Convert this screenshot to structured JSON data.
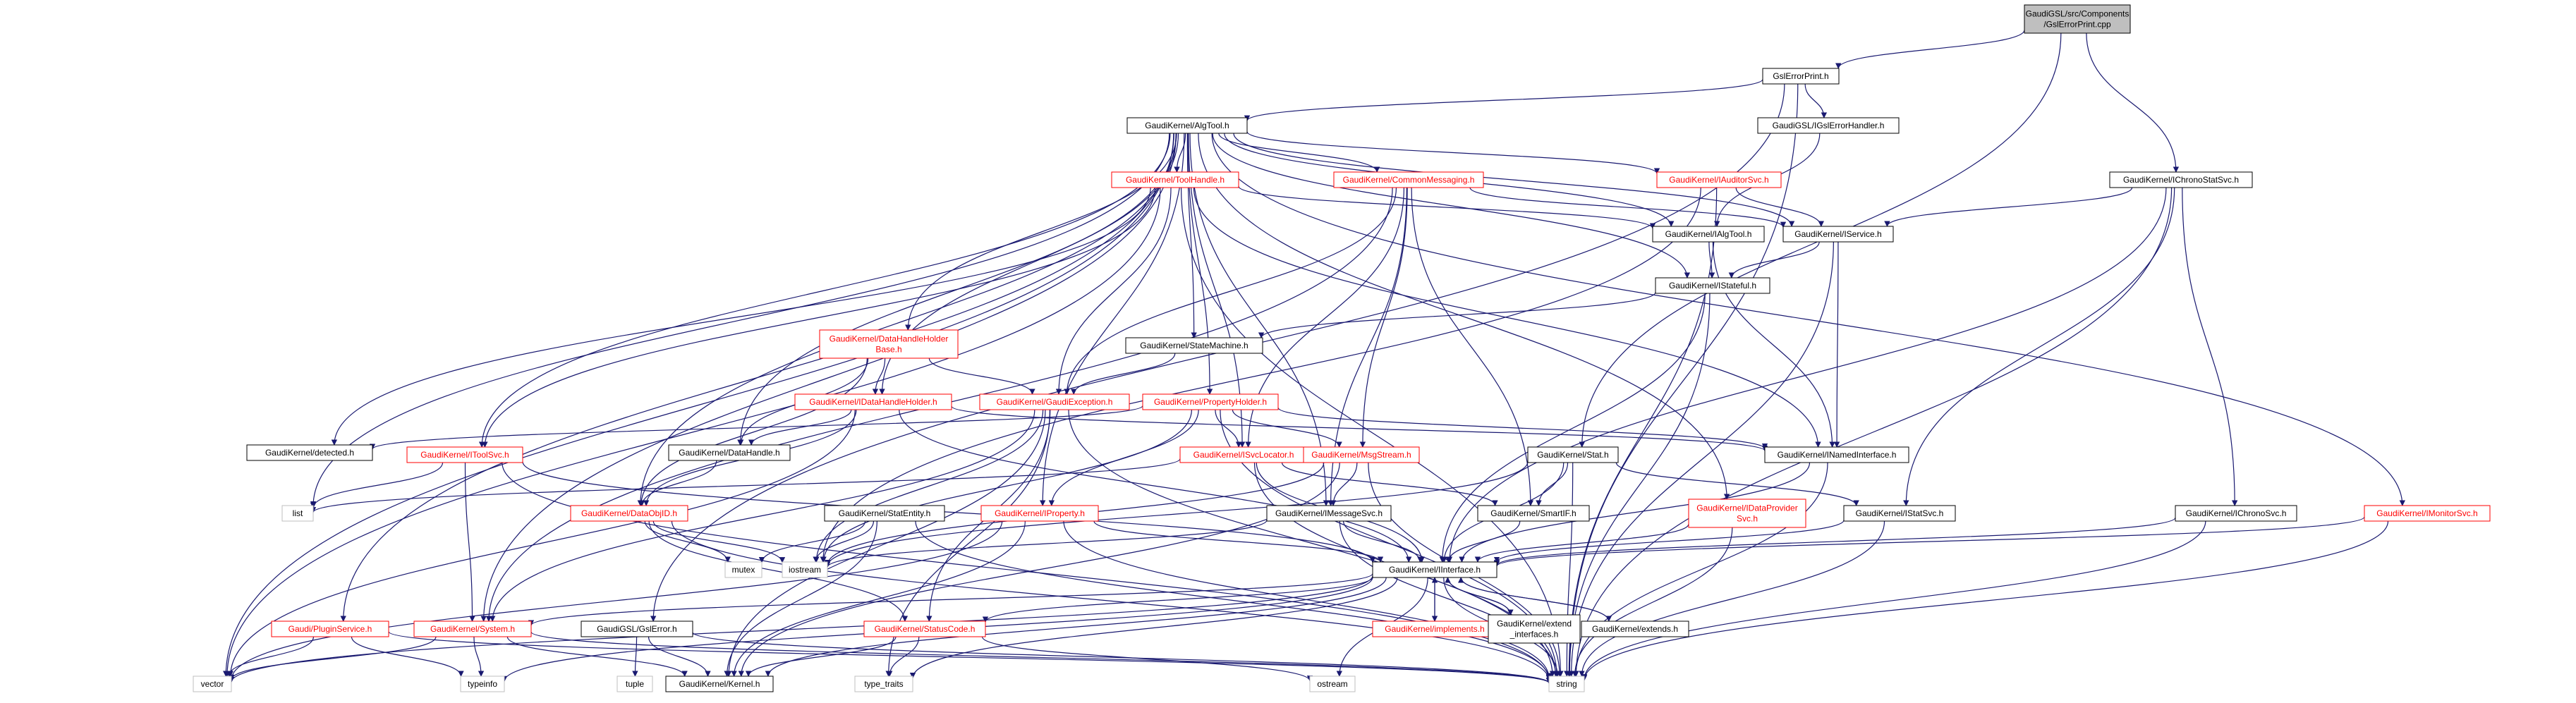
{
  "colors": {
    "edge": "#191970",
    "node_border_black": "#000000",
    "node_border_red": "#ff0000",
    "node_border_grey": "#bfbfbf",
    "root_fill": "#bfbfbf",
    "text_normal": "#000000",
    "text_red": "#ff0000",
    "text_grey": "#000000"
  },
  "nodes": [
    {
      "id": "root",
      "lines": [
        "GaudiGSL/src/Components",
        "/GslErrorPrint.cpp"
      ],
      "style": "root"
    },
    {
      "id": "gslerrorprint",
      "lines": [
        "GslErrorPrint.h"
      ],
      "style": "normal"
    },
    {
      "id": "algtool",
      "lines": [
        "GaudiKernel/AlgTool.h"
      ],
      "style": "normal"
    },
    {
      "id": "igslerrorhandler",
      "lines": [
        "GaudiGSL/IGslErrorHandler.h"
      ],
      "style": "normal"
    },
    {
      "id": "ichronostatsvc",
      "lines": [
        "GaudiKernel/IChronoStatSvc.h"
      ],
      "style": "normal"
    },
    {
      "id": "toolhandle",
      "lines": [
        "GaudiKernel/ToolHandle.h"
      ],
      "style": "red"
    },
    {
      "id": "commonmessaging",
      "lines": [
        "GaudiKernel/CommonMessaging.h"
      ],
      "style": "red"
    },
    {
      "id": "iauditorsvc",
      "lines": [
        "GaudiKernel/IAuditorSvc.h"
      ],
      "style": "red"
    },
    {
      "id": "ialgtool",
      "lines": [
        "GaudiKernel/IAlgTool.h"
      ],
      "style": "normal"
    },
    {
      "id": "iservice",
      "lines": [
        "GaudiKernel/IService.h"
      ],
      "style": "normal"
    },
    {
      "id": "istateful",
      "lines": [
        "GaudiKernel/IStateful.h"
      ],
      "style": "normal"
    },
    {
      "id": "statemachine",
      "lines": [
        "GaudiKernel/StateMachine.h"
      ],
      "style": "normal"
    },
    {
      "id": "datahandleholderbase",
      "lines": [
        "GaudiKernel/DataHandleHolder",
        "Base.h"
      ],
      "style": "red"
    },
    {
      "id": "propertyholder",
      "lines": [
        "GaudiKernel/PropertyHolder.h"
      ],
      "style": "red"
    },
    {
      "id": "idatahandleholder",
      "lines": [
        "GaudiKernel/IDataHandleHolder.h"
      ],
      "style": "red"
    },
    {
      "id": "gaudiexception",
      "lines": [
        "GaudiKernel/GaudiException.h"
      ],
      "style": "red"
    },
    {
      "id": "detected",
      "lines": [
        "GaudiKernel/detected.h"
      ],
      "style": "normal"
    },
    {
      "id": "datahandle",
      "lines": [
        "GaudiKernel/DataHandle.h"
      ],
      "style": "normal"
    },
    {
      "id": "itoolsvc",
      "lines": [
        "GaudiKernel/IToolSvc.h"
      ],
      "style": "red"
    },
    {
      "id": "isvclocator",
      "lines": [
        "GaudiKernel/ISvcLocator.h"
      ],
      "style": "red"
    },
    {
      "id": "msgstream",
      "lines": [
        "GaudiKernel/MsgStream.h"
      ],
      "style": "red"
    },
    {
      "id": "inamedinterface",
      "lines": [
        "GaudiKernel/INamedInterface.h"
      ],
      "style": "normal"
    },
    {
      "id": "stat",
      "lines": [
        "GaudiKernel/Stat.h"
      ],
      "style": "normal"
    },
    {
      "id": "list",
      "lines": [
        "list"
      ],
      "style": "grey"
    },
    {
      "id": "statentity",
      "lines": [
        "GaudiKernel/StatEntity.h"
      ],
      "style": "normal"
    },
    {
      "id": "dataobjid",
      "lines": [
        "GaudiKernel/DataObjID.h"
      ],
      "style": "red"
    },
    {
      "id": "iproperty",
      "lines": [
        "GaudiKernel/IProperty.h"
      ],
      "style": "red"
    },
    {
      "id": "imessagesvc",
      "lines": [
        "GaudiKernel/IMessageSvc.h"
      ],
      "style": "normal"
    },
    {
      "id": "smartif",
      "lines": [
        "GaudiKernel/SmartIF.h"
      ],
      "style": "normal"
    },
    {
      "id": "idataprovidersvc",
      "lines": [
        "GaudiKernel/IDataProvider",
        "Svc.h"
      ],
      "style": "red"
    },
    {
      "id": "istatsvc",
      "lines": [
        "GaudiKernel/IStatSvc.h"
      ],
      "style": "normal"
    },
    {
      "id": "ichronosvc",
      "lines": [
        "GaudiKernel/IChronoSvc.h"
      ],
      "style": "normal"
    },
    {
      "id": "imonitorsvc",
      "lines": [
        "GaudiKernel/IMonitorSvc.h"
      ],
      "style": "red"
    },
    {
      "id": "mutex",
      "lines": [
        "mutex"
      ],
      "style": "grey"
    },
    {
      "id": "iostream",
      "lines": [
        "iostream"
      ],
      "style": "grey"
    },
    {
      "id": "iinterface",
      "lines": [
        "GaudiKernel/IInterface.h"
      ],
      "style": "normal"
    },
    {
      "id": "pluginservice",
      "lines": [
        "Gaudi/PluginService.h"
      ],
      "style": "red"
    },
    {
      "id": "system",
      "lines": [
        "GaudiKernel/System.h"
      ],
      "style": "red"
    },
    {
      "id": "gslerror",
      "lines": [
        "GaudiGSL/GslError.h"
      ],
      "style": "normal"
    },
    {
      "id": "statuscode",
      "lines": [
        "GaudiKernel/StatusCode.h"
      ],
      "style": "red"
    },
    {
      "id": "implements",
      "lines": [
        "GaudiKernel/implements.h"
      ],
      "style": "red"
    },
    {
      "id": "extend_interfaces",
      "lines": [
        "GaudiKernel/extend",
        "_interfaces.h"
      ],
      "style": "normal"
    },
    {
      "id": "extends",
      "lines": [
        "GaudiKernel/extends.h"
      ],
      "style": "normal"
    },
    {
      "id": "vector",
      "lines": [
        "vector"
      ],
      "style": "grey"
    },
    {
      "id": "typeinfo",
      "lines": [
        "typeinfo"
      ],
      "style": "grey"
    },
    {
      "id": "tuple",
      "lines": [
        "tuple"
      ],
      "style": "grey"
    },
    {
      "id": "kernel",
      "lines": [
        "GaudiKernel/Kernel.h"
      ],
      "style": "normal"
    },
    {
      "id": "type_traits",
      "lines": [
        "type_traits"
      ],
      "style": "grey"
    },
    {
      "id": "ostream",
      "lines": [
        "ostream"
      ],
      "style": "grey"
    },
    {
      "id": "string",
      "lines": [
        "string"
      ],
      "style": "grey"
    }
  ],
  "edges": [
    [
      "root",
      "gslerrorprint"
    ],
    [
      "root",
      "ichronostatsvc"
    ],
    [
      "root",
      "stat"
    ],
    [
      "gslerrorprint",
      "algtool"
    ],
    [
      "gslerrorprint",
      "igslerrorhandler"
    ],
    [
      "gslerrorprint",
      "gslerror"
    ],
    [
      "gslerrorprint",
      "string"
    ],
    [
      "igslerrorhandler",
      "ialgtool"
    ],
    [
      "algtool",
      "toolhandle"
    ],
    [
      "algtool",
      "commonmessaging"
    ],
    [
      "algtool",
      "iauditorsvc"
    ],
    [
      "algtool",
      "ialgtool"
    ],
    [
      "algtool",
      "iservice"
    ],
    [
      "algtool",
      "istateful"
    ],
    [
      "algtool",
      "statemachine"
    ],
    [
      "algtool",
      "datahandleholderbase"
    ],
    [
      "algtool",
      "propertyholder"
    ],
    [
      "algtool",
      "idatahandleholder"
    ],
    [
      "algtool",
      "datahandle"
    ],
    [
      "algtool",
      "itoolsvc"
    ],
    [
      "algtool",
      "isvclocator"
    ],
    [
      "algtool",
      "imessagesvc"
    ],
    [
      "algtool",
      "dataobjid"
    ],
    [
      "algtool",
      "iproperty"
    ],
    [
      "algtool",
      "imonitorsvc"
    ],
    [
      "algtool",
      "idataprovidersvc"
    ],
    [
      "algtool",
      "pluginservice"
    ],
    [
      "algtool",
      "list"
    ],
    [
      "algtool",
      "vector"
    ],
    [
      "algtool",
      "system"
    ],
    [
      "toolhandle",
      "ialgtool"
    ],
    [
      "toolhandle",
      "itoolsvc"
    ],
    [
      "toolhandle",
      "gaudiexception"
    ],
    [
      "toolhandle",
      "detected"
    ],
    [
      "toolhandle",
      "inamedinterface"
    ],
    [
      "toolhandle",
      "string"
    ],
    [
      "toolhandle",
      "vector"
    ],
    [
      "commonmessaging",
      "gaudiexception"
    ],
    [
      "commonmessaging",
      "imessagesvc"
    ],
    [
      "commonmessaging",
      "isvclocator"
    ],
    [
      "commonmessaging",
      "msgstream"
    ],
    [
      "commonmessaging",
      "smartif"
    ],
    [
      "commonmessaging",
      "iservice"
    ],
    [
      "commonmessaging",
      "system"
    ],
    [
      "iauditorsvc",
      "iservice"
    ],
    [
      "iauditorsvc",
      "iostream"
    ],
    [
      "iauditorsvc",
      "string"
    ],
    [
      "ialgtool",
      "istateful"
    ],
    [
      "ialgtool",
      "inamedinterface"
    ],
    [
      "iservice",
      "istateful"
    ],
    [
      "iservice",
      "inamedinterface"
    ],
    [
      "iservice",
      "string"
    ],
    [
      "istateful",
      "iinterface"
    ],
    [
      "istateful",
      "statemachine"
    ],
    [
      "istateful",
      "string"
    ],
    [
      "statemachine",
      "gaudiexception"
    ],
    [
      "datahandleholderbase",
      "gaudiexception"
    ],
    [
      "datahandleholderbase",
      "idatahandleholder"
    ],
    [
      "datahandleholderbase",
      "datahandle"
    ],
    [
      "datahandleholderbase",
      "dataobjid"
    ],
    [
      "propertyholder",
      "iproperty"
    ],
    [
      "propertyholder",
      "msgstream"
    ],
    [
      "propertyholder",
      "isvclocator"
    ],
    [
      "propertyholder",
      "detected"
    ],
    [
      "propertyholder",
      "inamedinterface"
    ],
    [
      "propertyholder",
      "iostream"
    ],
    [
      "propertyholder",
      "string"
    ],
    [
      "idatahandleholder",
      "datahandle"
    ],
    [
      "idatahandleholder",
      "dataobjid"
    ],
    [
      "idatahandleholder",
      "inamedinterface"
    ],
    [
      "idatahandleholder",
      "iinterface"
    ],
    [
      "idatahandleholder",
      "vector"
    ],
    [
      "gaudiexception",
      "statuscode"
    ],
    [
      "gaudiexception",
      "system"
    ],
    [
      "gaudiexception",
      "string"
    ],
    [
      "gaudiexception",
      "iostream"
    ],
    [
      "gaudiexception",
      "kernel"
    ],
    [
      "gaudiexception",
      "type_traits"
    ],
    [
      "datahandle",
      "dataobjid"
    ],
    [
      "itoolsvc",
      "iinterface"
    ],
    [
      "itoolsvc",
      "list"
    ],
    [
      "itoolsvc",
      "string"
    ],
    [
      "itoolsvc",
      "system"
    ],
    [
      "isvclocator",
      "iinterface"
    ],
    [
      "isvclocator",
      "smartif"
    ],
    [
      "isvclocator",
      "string"
    ],
    [
      "isvclocator",
      "list"
    ],
    [
      "msgstream",
      "imessagesvc"
    ],
    [
      "msgstream",
      "kernel"
    ],
    [
      "msgstream",
      "iostream"
    ],
    [
      "msgstream",
      "string"
    ],
    [
      "inamedinterface",
      "iinterface"
    ],
    [
      "inamedinterface",
      "string"
    ],
    [
      "stat",
      "istatsvc"
    ],
    [
      "stat",
      "smartif"
    ],
    [
      "stat",
      "iinterface"
    ],
    [
      "stat",
      "string"
    ],
    [
      "stat",
      "iostream"
    ],
    [
      "ichronostatsvc",
      "iservice"
    ],
    [
      "ichronostatsvc",
      "istatsvc"
    ],
    [
      "ichronostatsvc",
      "ichronosvc"
    ],
    [
      "ichronostatsvc",
      "string"
    ],
    [
      "ichronostatsvc",
      "iinterface"
    ],
    [
      "statentity",
      "iostream"
    ],
    [
      "statentity",
      "mutex"
    ],
    [
      "statentity",
      "kernel"
    ],
    [
      "statentity",
      "string"
    ],
    [
      "dataobjid",
      "iostream"
    ],
    [
      "dataobjid",
      "mutex"
    ],
    [
      "dataobjid",
      "statuscode"
    ],
    [
      "dataobjid",
      "string"
    ],
    [
      "iproperty",
      "iinterface"
    ],
    [
      "iproperty",
      "string"
    ],
    [
      "iproperty",
      "vector"
    ],
    [
      "iproperty",
      "kernel"
    ],
    [
      "imessagesvc",
      "iinterface"
    ],
    [
      "imessagesvc",
      "iostream"
    ],
    [
      "imessagesvc",
      "string"
    ],
    [
      "smartif",
      "iinterface"
    ],
    [
      "idataprovidersvc",
      "iinterface"
    ],
    [
      "idataprovidersvc",
      "string"
    ],
    [
      "istatsvc",
      "iinterface"
    ],
    [
      "istatsvc",
      "string"
    ],
    [
      "ichronosvc",
      "iinterface"
    ],
    [
      "ichronosvc",
      "string"
    ],
    [
      "imonitorsvc",
      "iinterface"
    ],
    [
      "imonitorsvc",
      "string"
    ],
    [
      "iinterface",
      "statuscode"
    ],
    [
      "iinterface",
      "system"
    ],
    [
      "iinterface",
      "kernel"
    ],
    [
      "iinterface",
      "implements"
    ],
    [
      "iinterface",
      "extend_interfaces"
    ],
    [
      "iinterface",
      "extends"
    ],
    [
      "iinterface",
      "ostream"
    ],
    [
      "iinterface",
      "type_traits"
    ],
    [
      "iinterface",
      "typeinfo"
    ],
    [
      "iinterface",
      "string"
    ],
    [
      "iinterface",
      "vector"
    ],
    [
      "implements",
      "iinterface"
    ],
    [
      "extend_interfaces",
      "iinterface"
    ],
    [
      "extends",
      "iinterface"
    ],
    [
      "pluginservice",
      "typeinfo"
    ],
    [
      "pluginservice",
      "string"
    ],
    [
      "pluginservice",
      "vector"
    ],
    [
      "system",
      "kernel"
    ],
    [
      "system",
      "typeinfo"
    ],
    [
      "system",
      "vector"
    ],
    [
      "system",
      "string"
    ],
    [
      "gslerror",
      "kernel"
    ],
    [
      "gslerror",
      "tuple"
    ],
    [
      "gslerror",
      "string"
    ],
    [
      "statuscode",
      "kernel"
    ],
    [
      "statuscode",
      "ostream"
    ],
    [
      "statuscode",
      "type_traits"
    ]
  ]
}
